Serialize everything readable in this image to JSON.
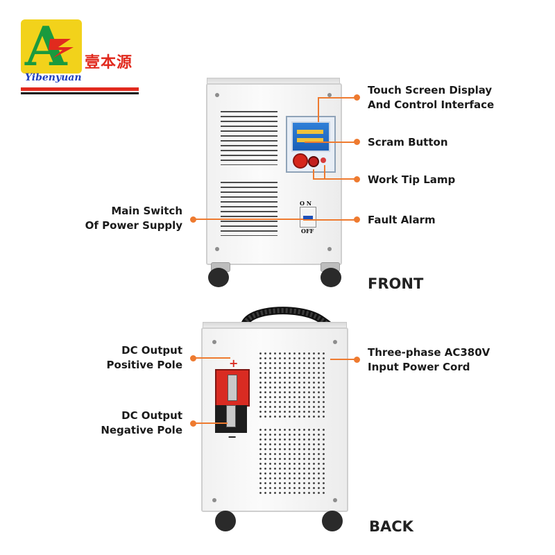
{
  "brand": {
    "english": "Yibenyuan",
    "chinese": "壹本源",
    "logo_letter": "A",
    "colors": {
      "yellow": "#f2d21b",
      "green": "#1a9a3e",
      "red": "#e12a1e",
      "blue": "#1f3fbf"
    }
  },
  "front": {
    "section_label": "FRONT",
    "switch_on": "O N",
    "switch_off": "OFF",
    "callouts": {
      "touch_screen_line1": "Touch Screen Display",
      "touch_screen_line2": "And Control Interface",
      "scram_button": "Scram Button",
      "work_tip_lamp": "Work Tip Lamp",
      "fault_alarm": "Fault Alarm",
      "main_switch_line1": "Main Switch",
      "main_switch_line2": "Of Power Supply"
    }
  },
  "back": {
    "section_label": "BACK",
    "plus_sign": "+",
    "minus_sign": "−",
    "callouts": {
      "positive_line1": "DC Output",
      "positive_line2": "Positive Pole",
      "negative_line1": "DC Output",
      "negative_line2": "Negative Pole",
      "input_line1": "Three-phase AC380V",
      "input_line2": "Input Power Cord"
    }
  },
  "colors": {
    "callout": "#ee7a2f",
    "text": "#1a1a1a"
  }
}
